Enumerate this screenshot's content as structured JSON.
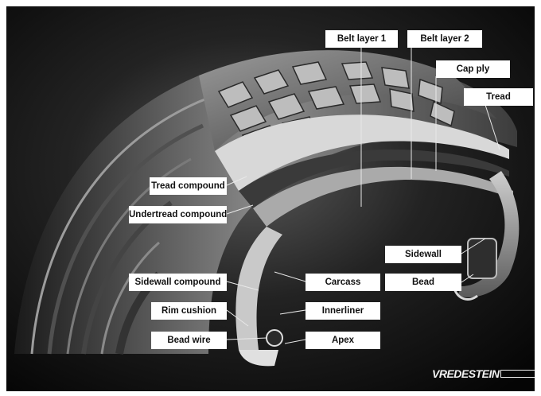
{
  "labels": {
    "belt_layer_1": "Belt layer 1",
    "belt_layer_2": "Belt layer 2",
    "cap_ply": "Cap ply",
    "tread": "Tread",
    "tread_compound": "Tread compound",
    "undertread_compound": "Undertread compound",
    "sidewall": "Sidewall",
    "sidewall_compound": "Sidewall compound",
    "carcass": "Carcass",
    "bead": "Bead",
    "rim_cushion": "Rim cushion",
    "innerliner": "Innerliner",
    "bead_wire": "Bead wire",
    "apex": "Apex"
  },
  "brand": {
    "name": "VREDESTEIN"
  },
  "colors": {
    "background": "#0b0b0b",
    "label_bg": "#ffffff",
    "label_text": "#111111",
    "leader_line": "#e8e8e8"
  }
}
